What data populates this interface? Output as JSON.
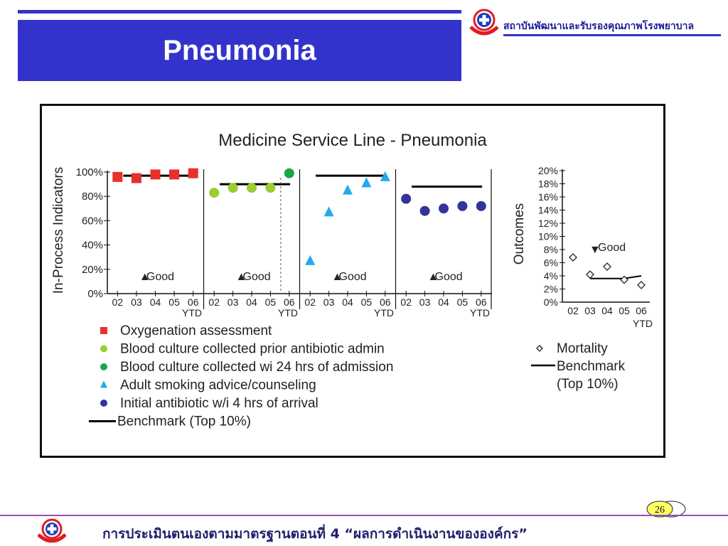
{
  "slide": {
    "title": "Pneumonia",
    "org_name": "สถาบันพัฒนาและรับรองคุณภาพโรงพยาบาล",
    "footer_text": "การประเมินตนเองตามมาตรฐานตอนที่ 4 “ผลการดำเนินงานขององค์กร”",
    "page_number": "26"
  },
  "colors": {
    "title_bar": "#3333cc",
    "oxygenation": "#e8302a",
    "blood_prior": "#9acd32",
    "blood_24h": "#1aa64a",
    "smoking": "#22aaee",
    "antibiotic": "#333399"
  },
  "chart_data": [
    {
      "type": "scatter",
      "title": "Medicine Service Line - Pneumonia",
      "ylabel": "In-Process Indicators",
      "ylim": [
        0,
        100
      ],
      "yticks": [
        "0%",
        "20%",
        "40%",
        "60%",
        "80%",
        "100%"
      ],
      "x_ticks": [
        "02",
        "03",
        "04",
        "05",
        "06"
      ],
      "x_ytd_label": "YTD",
      "good_label": "Good",
      "legend_placement": "bottom-left",
      "panels": [
        {
          "series": [
            {
              "name": "Oxygenation assessment",
              "marker": "square",
              "x": [
                "02",
                "03",
                "04",
                "05",
                "06"
              ],
              "values": [
                96,
                95,
                98,
                98,
                99
              ]
            }
          ],
          "benchmark": 97
        },
        {
          "series": [
            {
              "name": "Blood culture collected prior antibiotic admin",
              "marker": "circle",
              "x": [
                "02",
                "03",
                "04",
                "05"
              ],
              "values": [
                83,
                87,
                87,
                87
              ]
            },
            {
              "name": "Blood culture collected wi 24 hrs of admission",
              "marker": "circle",
              "x": [
                "06"
              ],
              "values": [
                99
              ]
            }
          ],
          "benchmark": 90
        },
        {
          "series": [
            {
              "name": "Adult smoking advice/counseling",
              "marker": "triangle",
              "x": [
                "02",
                "03",
                "04",
                "05",
                "06"
              ],
              "values": [
                27,
                67,
                85,
                91,
                96
              ]
            }
          ],
          "benchmark": 97
        },
        {
          "series": [
            {
              "name": "Initial antibiotic w/i 4 hrs of arrival",
              "marker": "circle",
              "x": [
                "02",
                "03",
                "04",
                "05",
                "06"
              ],
              "values": [
                78,
                68,
                70,
                72,
                72
              ]
            }
          ],
          "benchmark": 88
        }
      ],
      "legend": [
        {
          "label": "Oxygenation assessment",
          "marker": "square",
          "color": "#e8302a"
        },
        {
          "label": "Blood culture collected prior antibiotic admin",
          "marker": "circle",
          "color": "#9acd32"
        },
        {
          "label": "Blood culture collected wi 24 hrs of admission",
          "marker": "circle",
          "color": "#1aa64a"
        },
        {
          "label": "Adult smoking advice/counseling",
          "marker": "triangle",
          "color": "#22aaee"
        },
        {
          "label": "Initial antibiotic w/i 4 hrs of arrival",
          "marker": "circle",
          "color": "#333399"
        },
        {
          "label": "Benchmark (Top 10%)",
          "marker": "line",
          "color": "#000000"
        }
      ]
    },
    {
      "type": "scatter",
      "ylabel": "Outcomes",
      "ylim": [
        0,
        20
      ],
      "yticks": [
        "0%",
        "2%",
        "4%",
        "6%",
        "8%",
        "10%",
        "12%",
        "14%",
        "16%",
        "18%",
        "20%"
      ],
      "x_ticks": [
        "02",
        "03",
        "04",
        "05",
        "06"
      ],
      "x_ytd_label": "YTD",
      "good_label": "Good",
      "series": [
        {
          "name": "Mortality",
          "marker": "diamond",
          "x": [
            "02",
            "03",
            "04",
            "05",
            "06"
          ],
          "values": [
            6.8,
            4.2,
            5.4,
            3.4,
            2.6
          ]
        }
      ],
      "benchmark": [
        3.6,
        3.6,
        3.6,
        4.0
      ],
      "legend": [
        {
          "label": "Mortality",
          "marker": "diamond"
        },
        {
          "label": "Benchmark",
          "marker": "line"
        },
        {
          "label": "(Top 10%)",
          "marker": "none"
        }
      ]
    }
  ]
}
